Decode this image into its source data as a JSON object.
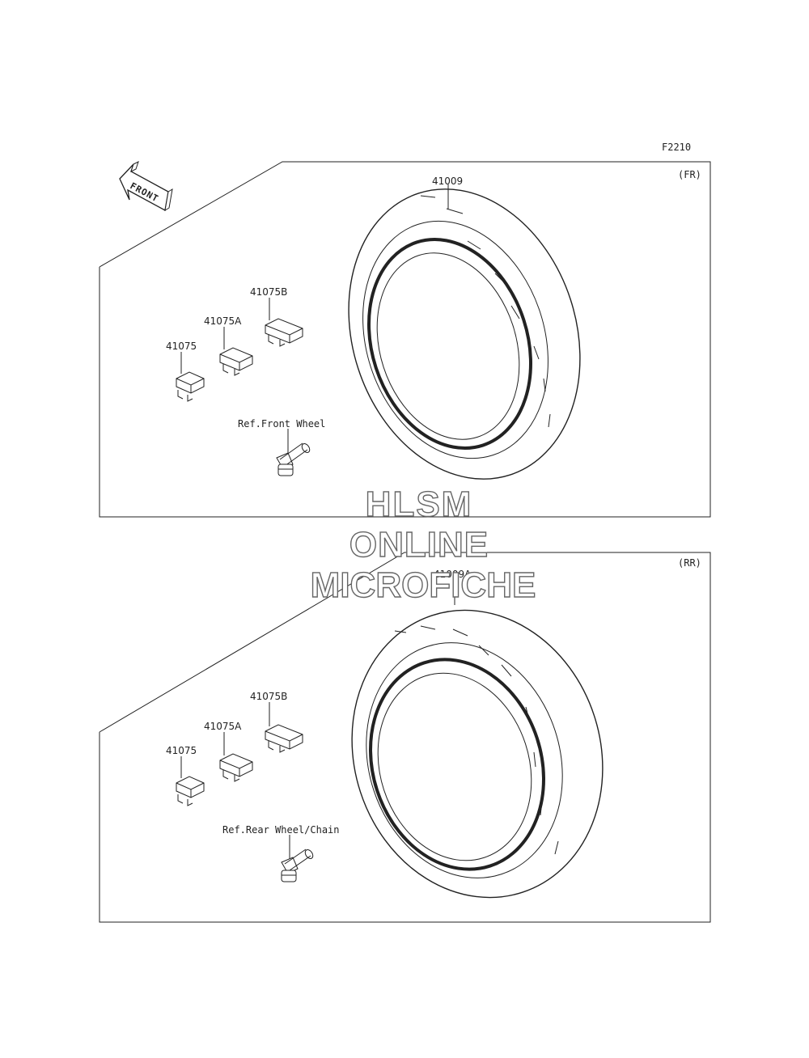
{
  "figure_code": "F2210",
  "front_arrow_label": "FRONT",
  "panels": [
    {
      "section_label": "(FR)",
      "tire_part": "41009",
      "weights": [
        "41075",
        "41075A",
        "41075B"
      ],
      "valve_ref": "Ref.Front Wheel"
    },
    {
      "section_label": "(RR)",
      "tire_part": "41009A",
      "weights": [
        "41075",
        "41075A",
        "41075B"
      ],
      "valve_ref": "Ref.Rear Wheel/Chain"
    }
  ],
  "watermark": [
    "HLSM",
    "ONLINE",
    "MICROFICHE"
  ],
  "colors": {
    "line": "#222222",
    "watermark_outline": "#666666"
  }
}
